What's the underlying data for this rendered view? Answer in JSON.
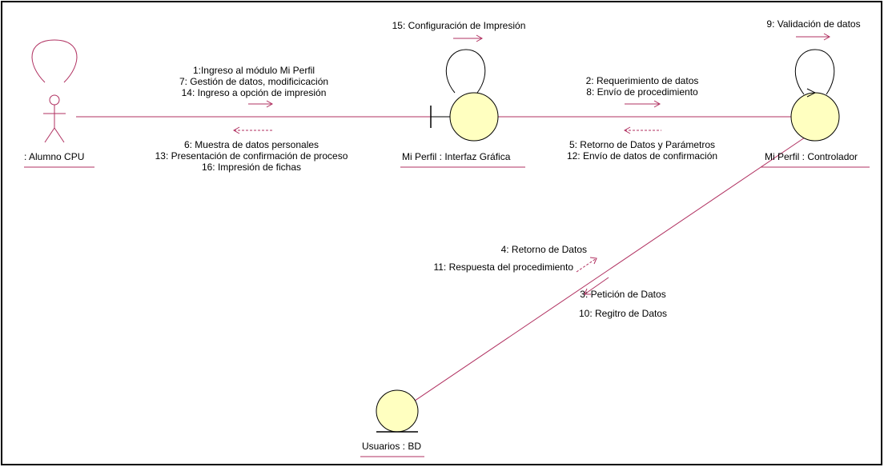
{
  "diagram": {
    "type": "uml-communication-diagram",
    "colors": {
      "link": "#b03060",
      "object_fill": "#ffffc0",
      "object_stroke": "#000000",
      "border": "#000000",
      "text": "#000000"
    },
    "objects": [
      {
        "id": "alumno",
        "kind": "actor",
        "label": ": Alumno CPU"
      },
      {
        "id": "interfaz",
        "kind": "boundary",
        "label": "Mi Perfil : Interfaz Gráfica"
      },
      {
        "id": "controlador",
        "kind": "control",
        "label": "Mi Perfil : Controlador"
      },
      {
        "id": "bd",
        "kind": "entity",
        "label": "Usuarios : BD"
      }
    ],
    "messages": {
      "alumno_to_interfaz": [
        "1:Ingreso al módulo Mi Perfil",
        "7: Gestión de datos, modificicación",
        "14: Ingreso a opción de impresión"
      ],
      "interfaz_to_alumno": [
        "6: Muestra de datos personales",
        "13: Presentación de confirmación de proceso",
        "16: Impresión de fichas"
      ],
      "interfaz_self": [
        "15: Configuración de Impresión"
      ],
      "interfaz_to_controlador": [
        "2: Requerimiento de datos",
        "8: Envío de procedimiento"
      ],
      "controlador_to_interfaz": [
        "5: Retorno de Datos y Parámetros",
        "12: Envío de datos de confirmación"
      ],
      "controlador_self": [
        "9: Validación de datos"
      ],
      "bd_to_controlador": [
        "4: Retorno de Datos",
        "11: Respuesta del procedimiento"
      ],
      "controlador_to_bd": [
        "3: Petición de Datos",
        "10: Regitro de Datos"
      ]
    }
  }
}
